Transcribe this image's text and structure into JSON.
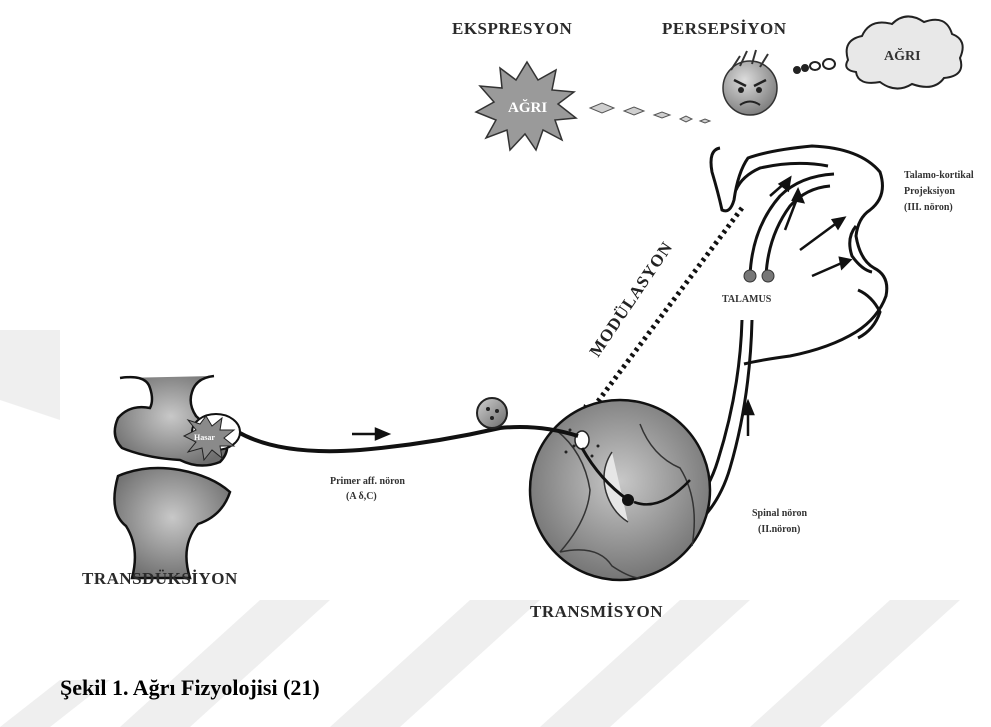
{
  "labels": {
    "ekspresyon": "EKSPRESYON",
    "persepsiyon": "PERSEPSİYON",
    "agri_cloud": "AĞRI",
    "agri_burst": "AĞRI",
    "talamokortikal_1": "Talamo-kortikal",
    "talamokortikal_2": "Projeksiyon",
    "talamokortikal_3": "(III. nöron)",
    "modulasyon": "MODÜLASYON",
    "talamus": "TALAMUS",
    "hasar": "Hasar",
    "primer_1": "Primer aff. nöron",
    "primer_2": "(A δ,C)",
    "spinal_1": "Spinal nöron",
    "spinal_2": "(II.nöron)",
    "transduksiyon": "TRANSDÜKSİYON",
    "transmisyon": "TRANSMİSYON"
  },
  "caption": "Şekil 1. Ağrı Fizyolojisi (21)",
  "colors": {
    "watermark": "#eeeeee",
    "stroke": "#111111",
    "gray_fill": "#8a8a8a",
    "light_fill": "#d8d8d8"
  }
}
